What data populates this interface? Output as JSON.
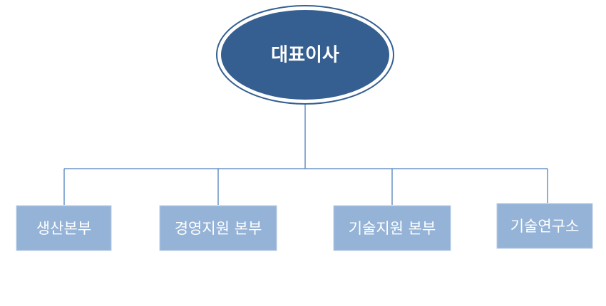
{
  "colors": {
    "root_fill": "#355F91",
    "root_ring": "#355F91",
    "root_text": "#FFFFFF",
    "dept_fill": "#95B3D7",
    "dept_border": "#B9CDE5",
    "dept_text": "#FFFFFF",
    "connector": "#4F81BD"
  },
  "org_chart": {
    "root": {
      "label": "대표이사"
    },
    "departments": [
      {
        "label": "생산본부"
      },
      {
        "label": "경영지원 본부"
      },
      {
        "label": "기술지원 본부"
      },
      {
        "label": "기술연구소"
      }
    ]
  }
}
